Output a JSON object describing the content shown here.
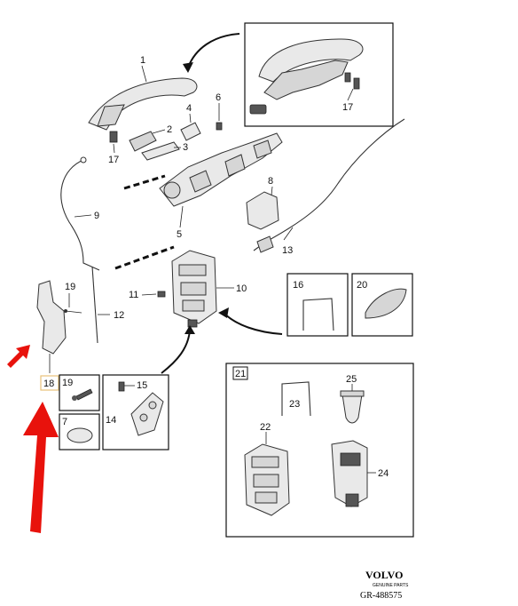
{
  "labels": {
    "p1": "1",
    "p2": "2",
    "p3": "3",
    "p4": "4",
    "p5": "5",
    "p6": "6",
    "p7": "7",
    "p8": "8",
    "p9": "9",
    "p10": "10",
    "p11": "11",
    "p12": "12",
    "p13": "13",
    "p14": "14",
    "p15": "15",
    "p16": "16",
    "p17a": "17",
    "p17b": "17",
    "p18": "18",
    "p19a": "19",
    "p19b": "19",
    "p20": "20",
    "p21": "21",
    "p22": "22",
    "p23": "23",
    "p24": "24",
    "p25": "25"
  },
  "brand": {
    "name": "VOLVO",
    "sub": "GENUINE PARTS",
    "ref": "GR-488575"
  },
  "colors": {
    "highlight_arrow": "#e8120c",
    "highlight_box": "#e8c27a"
  }
}
